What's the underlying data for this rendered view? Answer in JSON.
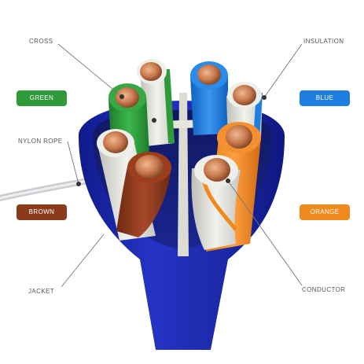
{
  "labels": {
    "cross": "CROSS",
    "insulation": "INSULATION",
    "nylon_rope": "NYLON ROPE",
    "jacket": "JACKET",
    "conductor": "CONDUCTOR"
  },
  "badges": {
    "green": "GREEN",
    "blue": "BLUE",
    "brown": "BROWN",
    "orange": "ORANGE"
  },
  "colors": {
    "jacket": "#1f2bb0",
    "green": "#2e9a3a",
    "blue": "#1f7fe0",
    "brown": "#8c3a1c",
    "orange": "#f08a1c",
    "copper": "#c97a4e",
    "label_text": "#555555"
  }
}
